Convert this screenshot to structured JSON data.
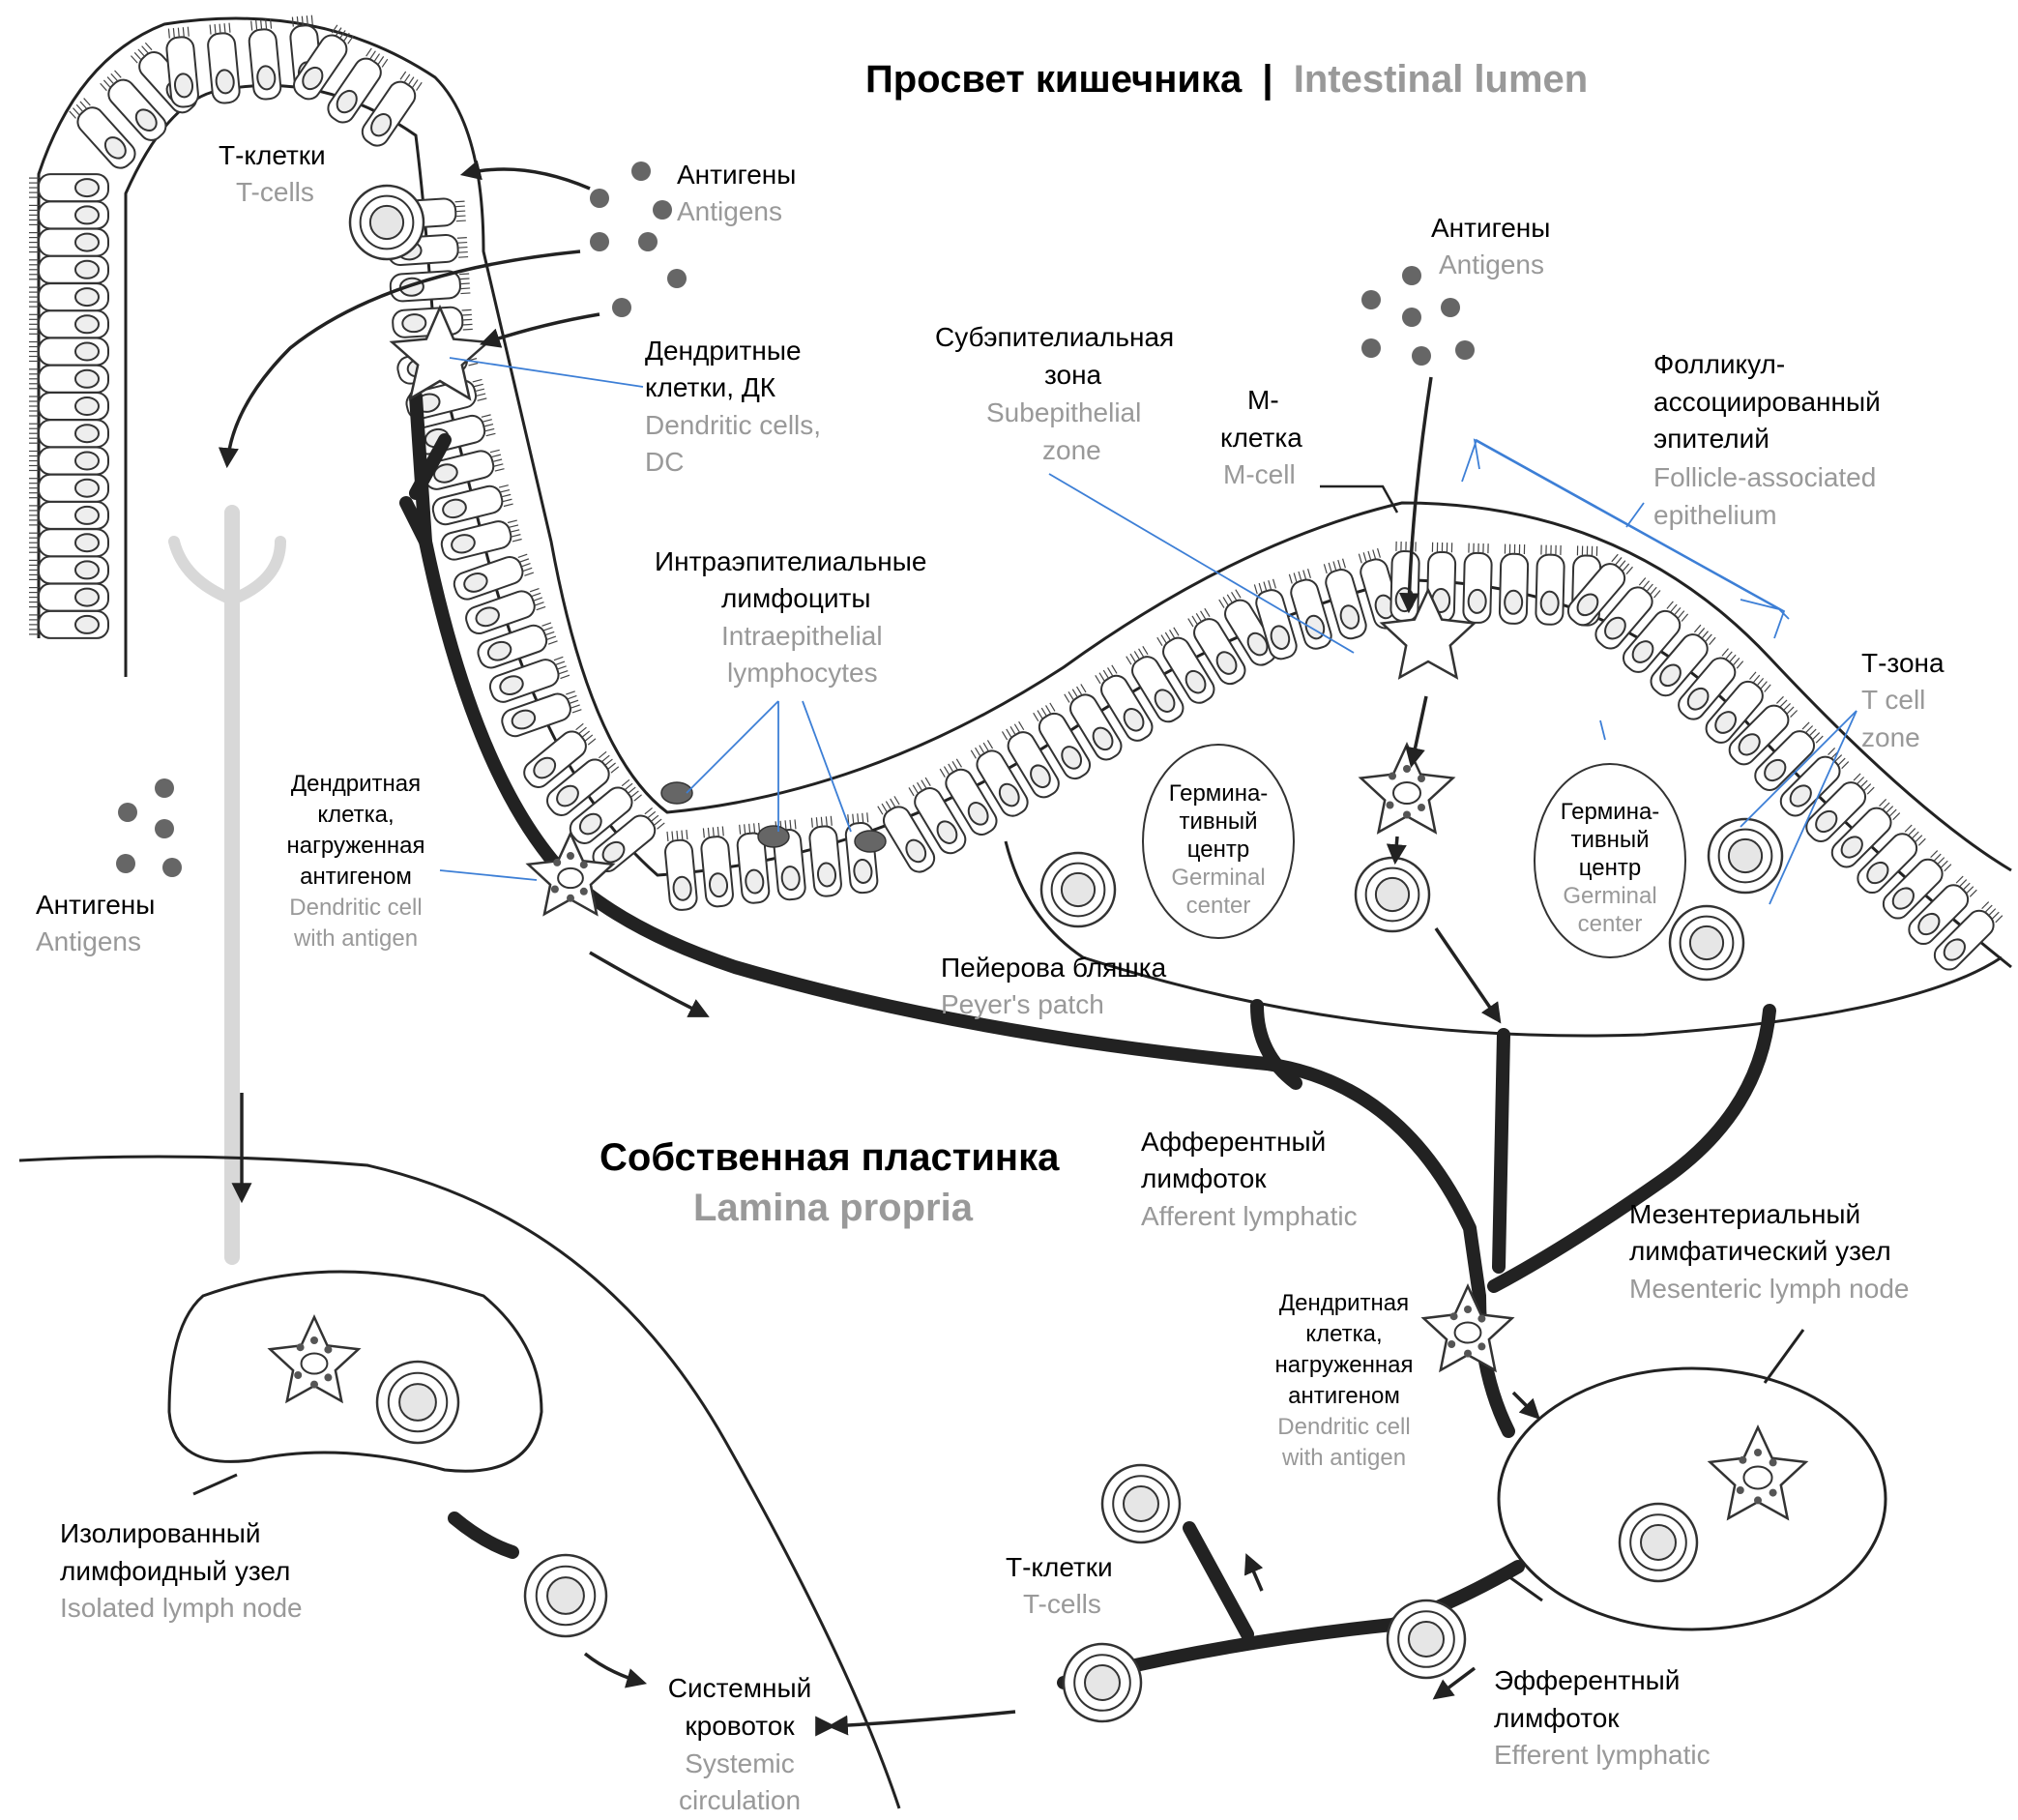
{
  "title": {
    "ru": "Просвет кишечника",
    "separator": "|",
    "en": "Intestinal lumen"
  },
  "lamina_propria": {
    "ru": "Собственная пластинка",
    "en": "Lamina propria"
  },
  "labels": {
    "t_cells_top": {
      "ru": "Т-клетки",
      "en": "T-cells"
    },
    "antigens_top": {
      "ru": "Антигены",
      "en": "Antigens"
    },
    "dendritic_cells": {
      "ru": [
        "Дендритные",
        "клетки, ДК"
      ],
      "en": [
        "Dendritic cells,",
        "DC"
      ]
    },
    "antigens_mid": {
      "ru": "Антигены",
      "en": "Antigens"
    },
    "subepithelial": {
      "ru": [
        "Субэпителиальная",
        "зона"
      ],
      "en": [
        "Subepithelial",
        "zone"
      ]
    },
    "m_cell": {
      "ru": [
        "М-",
        "клетка"
      ],
      "en": "M-cell"
    },
    "fae": {
      "ru": [
        "Фолликул-",
        "ассоциированный",
        "эпителий"
      ],
      "en": [
        "Follicle-associated",
        "epithelium"
      ]
    },
    "iel": {
      "ru": [
        "Интраэпителиальные",
        "лимфоциты"
      ],
      "en": [
        "Intraepithelial",
        "lymphocytes"
      ]
    },
    "t_zone": {
      "ru": "Т-зона",
      "en": [
        "T cell",
        "zone"
      ]
    },
    "gc1": {
      "ru": [
        "Гермина-",
        "тивный",
        "центр"
      ],
      "en": [
        "Germinal",
        "center"
      ]
    },
    "gc2": {
      "ru": [
        "Гермина-",
        "тивный",
        "центр"
      ],
      "en": [
        "Germinal",
        "center"
      ]
    },
    "dc_antigen_left": {
      "ru": [
        "Дендритная",
        "клетка,",
        "нагруженная",
        "антигеном"
      ],
      "en": [
        "Dendritic cell",
        "with antigen"
      ]
    },
    "antigens_left": {
      "ru": "Антигены",
      "en": "Antigens"
    },
    "peyers_patch": {
      "ru": "Пейерова бляшка",
      "en": "Peyer's patch"
    },
    "afferent": {
      "ru": [
        "Афферентный",
        "лимфоток"
      ],
      "en": "Afferent lymphatic"
    },
    "mesenteric": {
      "ru": [
        "Мезентериальный",
        "лимфатический узел"
      ],
      "en": "Mesenteric lymph node"
    },
    "dc_antigen_right": {
      "ru": [
        "Дендритная",
        "клетка,",
        "нагруженная",
        "антигеном"
      ],
      "en": [
        "Dendritic cell",
        "with antigen"
      ]
    },
    "isolated": {
      "ru": [
        "Изолированный",
        "лимфоидный узел"
      ],
      "en": "Isolated lymph node"
    },
    "t_cells_bottom": {
      "ru": "Т-клетки",
      "en": "T-cells"
    },
    "efferent": {
      "ru": [
        "Эфферентный",
        "лимфоток"
      ],
      "en": "Efferent lymphatic"
    },
    "systemic": {
      "ru": [
        "Системный",
        "кровоток"
      ],
      "en": [
        "Systemic",
        "circulation"
      ]
    }
  },
  "colors": {
    "label_primary": "#000000",
    "label_secondary": "#999999",
    "leader_lines": "#3d7fd6",
    "vessels": "#222222",
    "antigen_dots": "#666666",
    "villus_lymphatic": "#d8d8d8"
  }
}
